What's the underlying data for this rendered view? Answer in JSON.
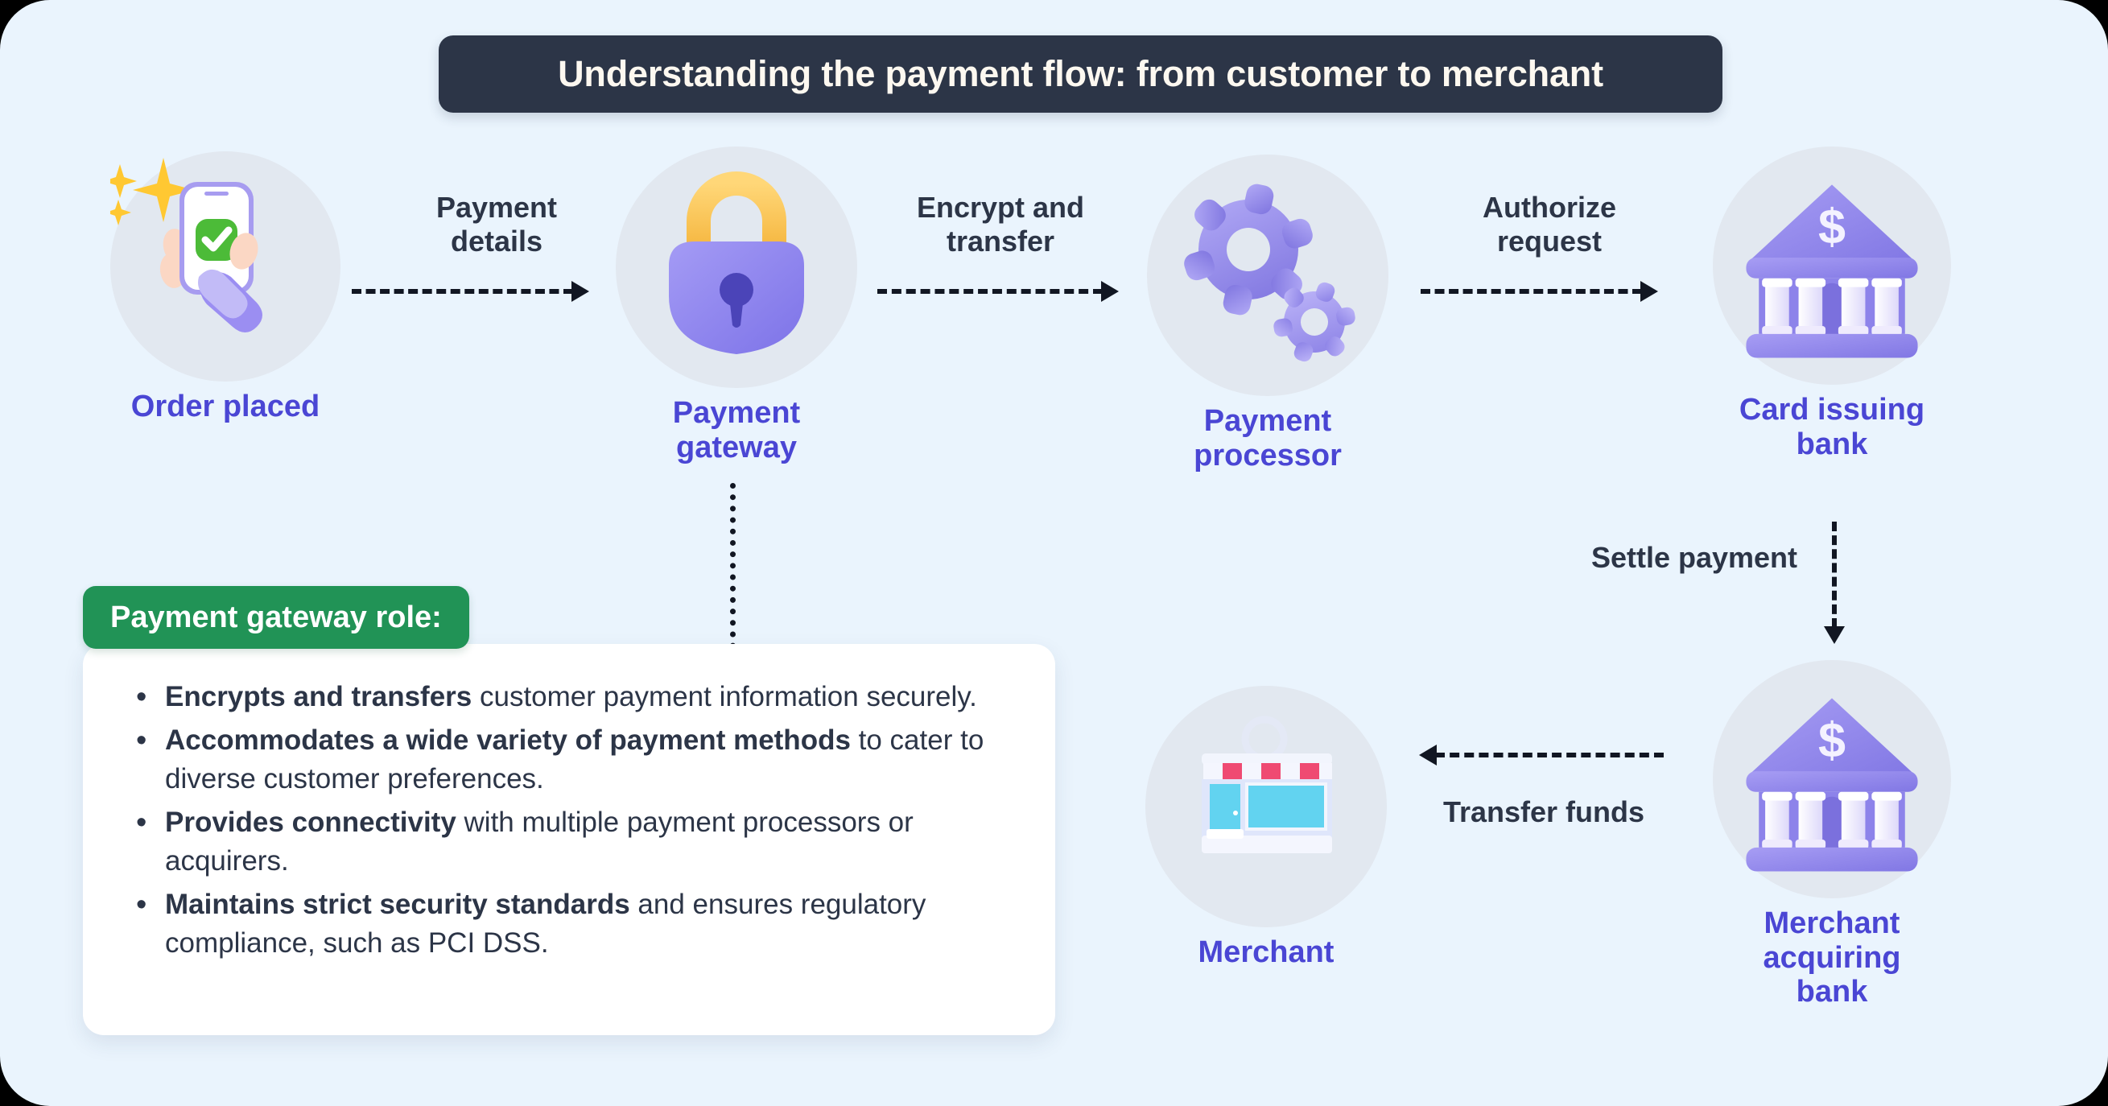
{
  "page": {
    "background_color": "#eaf4fd",
    "title_banner_color": "#2c3547",
    "title_text_color": "#fdf8f0",
    "node_label_color": "#4a46d4",
    "arrow_label_color": "#2c3547",
    "badge_color": "#219356",
    "card_color": "#ffffff",
    "icon_circle_color": "#e2e8f0",
    "accent_purple": "#8b85ee",
    "accent_yellow": "#fbc55a",
    "accent_green": "#4cbb38",
    "accent_pink": "#ef4a72",
    "accent_cyan": "#62d3f0"
  },
  "title": "Understanding the payment flow: from customer to merchant",
  "nodes": [
    {
      "id": "order-placed",
      "label": "Order placed",
      "icon": "phone-in-hand-icon"
    },
    {
      "id": "payment-gateway",
      "label": "Payment\ngateway",
      "icon": "padlock-icon"
    },
    {
      "id": "payment-processor",
      "label": "Payment processor",
      "icon": "gears-icon"
    },
    {
      "id": "card-issuing-bank",
      "label": "Card issuing\nbank",
      "icon": "bank-icon"
    },
    {
      "id": "merchant",
      "label": "Merchant",
      "icon": "storefront-icon"
    },
    {
      "id": "merchant-acquiring-bank",
      "label": "Merchant acquiring\nbank",
      "icon": "bank-icon"
    }
  ],
  "connectors": [
    {
      "id": "payment-details",
      "label": "Payment\ndetails",
      "direction": "right",
      "from": "order-placed",
      "to": "payment-gateway"
    },
    {
      "id": "encrypt-transfer",
      "label": "Encrypt and\ntransfer",
      "direction": "right",
      "from": "payment-gateway",
      "to": "payment-processor"
    },
    {
      "id": "authorize-request",
      "label": "Authorize\nrequest",
      "direction": "right",
      "from": "payment-processor",
      "to": "card-issuing-bank"
    },
    {
      "id": "settle-payment",
      "label": "Settle payment",
      "direction": "down",
      "from": "card-issuing-bank",
      "to": "merchant-acquiring-bank"
    },
    {
      "id": "transfer-funds",
      "label": "Transfer funds",
      "direction": "left",
      "from": "merchant-acquiring-bank",
      "to": "merchant"
    },
    {
      "id": "gateway-to-callout",
      "label": "",
      "direction": "none",
      "from": "payment-gateway",
      "to": "callout"
    }
  ],
  "callout": {
    "badge": "Payment gateway role:",
    "bullets": [
      {
        "bold": "Encrypts and transfers",
        "rest": " customer payment information securely."
      },
      {
        "bold": "Accommodates a wide variety of payment methods",
        "rest": " to cater to diverse customer preferences."
      },
      {
        "bold": "Provides connectivity",
        "rest": " with multiple payment processors or acquirers."
      },
      {
        "bold": "Maintains strict security standards",
        "rest": " and ensures regulatory compliance, such as PCI DSS."
      }
    ]
  }
}
